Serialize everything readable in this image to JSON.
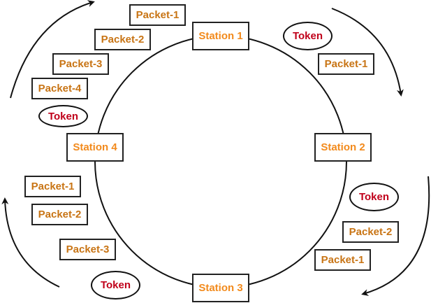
{
  "diagram": {
    "title": "Token Ring",
    "colors": {
      "station_text": "#f28a1c",
      "packet_text": "#c87414",
      "token_text": "#c0001a",
      "line": "#111111"
    },
    "stations": [
      {
        "id": "station-1",
        "label": "Station 1"
      },
      {
        "id": "station-2",
        "label": "Station 2"
      },
      {
        "id": "station-3",
        "label": "Station 3"
      },
      {
        "id": "station-4",
        "label": "Station 4"
      }
    ],
    "groups": {
      "top_left": {
        "packets": [
          "Packet-1",
          "Packet-2",
          "Packet-3",
          "Packet-4"
        ],
        "token": "Token"
      },
      "top_right": {
        "packets": [
          "Packet-1"
        ],
        "token": "Token"
      },
      "bottom_right": {
        "packets": [
          "Packet-2",
          "Packet-1"
        ],
        "token": "Token"
      },
      "bottom_left": {
        "packets": [
          "Packet-1",
          "Packet-2",
          "Packet-3"
        ],
        "token": "Token"
      }
    },
    "direction": "clockwise"
  }
}
